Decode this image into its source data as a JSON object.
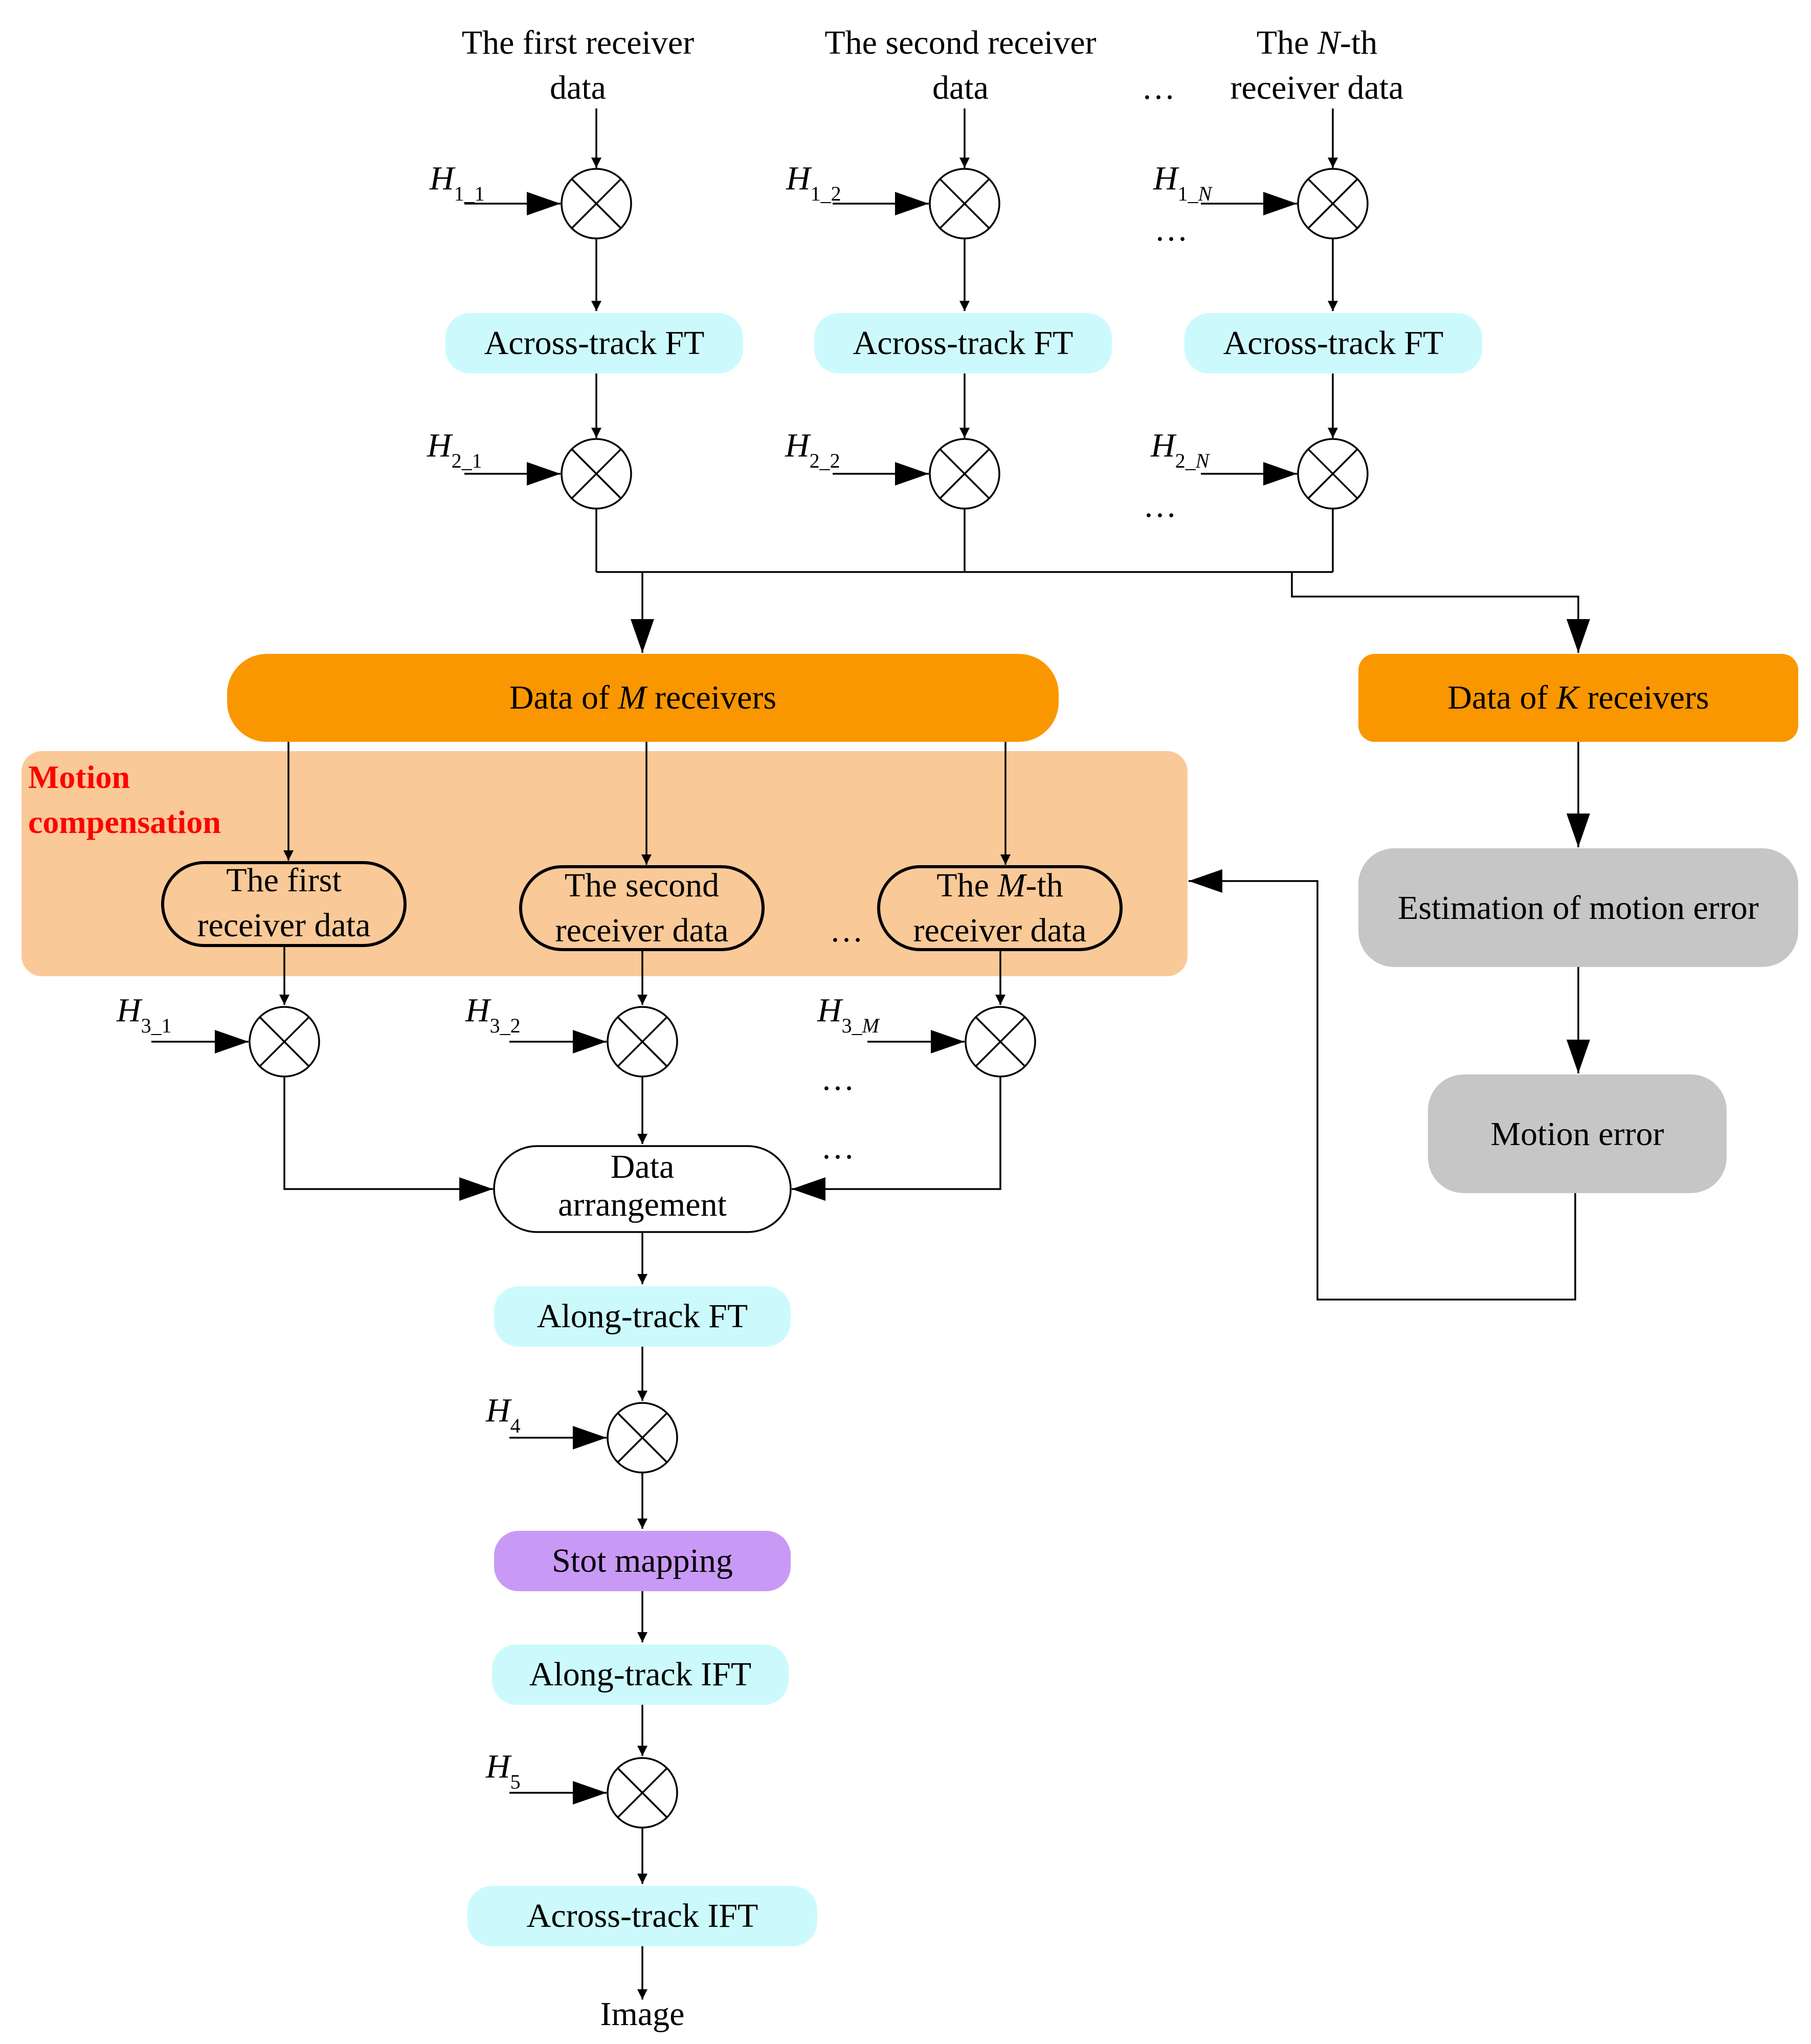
{
  "inputs": {
    "first_line1": "The first receiver",
    "first_line2": "data",
    "second_line1": "The second receiver",
    "second_line2": "data",
    "nth_line1_pre": "The ",
    "nth_line1_var": "N",
    "nth_line1_post": "-th",
    "nth_line2": "receiver data",
    "ellipsis": "…"
  },
  "filters": {
    "H": "H",
    "h1_1_sub": "1_1",
    "h1_2_sub": "1_2",
    "h1_N_sub_pre": "1_",
    "h1_N_sub_var": "N",
    "h2_1_sub": "2_1",
    "h2_2_sub": "2_2",
    "h2_N_sub_pre": "2_",
    "h2_N_sub_var": "N",
    "h3_1_sub": "3_1",
    "h3_2_sub": "3_2",
    "h3_M_sub_pre": "3_",
    "h3_M_sub_var": "M",
    "h4_sub": "4",
    "h5_sub": "5"
  },
  "blocks": {
    "across_ft": "Across-track  FT",
    "data_m_pre": "Data of ",
    "data_m_var": "M",
    "data_m_post": " receivers",
    "data_k_pre": "Data of ",
    "data_k_var": "K",
    "data_k_post": " receivers",
    "motion_comp_line1": "Motion",
    "motion_comp_line2": "compensation",
    "mc_first_line1": "The first",
    "mc_first_line2": "receiver data",
    "mc_second_line1": "The second",
    "mc_second_line2": "receiver data",
    "mc_mth_pre": "The ",
    "mc_mth_var": "M",
    "mc_mth_post": "-th",
    "mc_mth_line2": "receiver data",
    "estimation": "Estimation of motion error",
    "motion_error": "Motion error",
    "data_arr_line1": "Data",
    "data_arr_line2": "arrangement",
    "along_ft": "Along-track  FT",
    "stot": "Stot mapping",
    "along_ift": "Along-track  IFT",
    "across_ift": "Across-track  IFT",
    "image": "Image"
  },
  "colors": {
    "cyan": "#ccfafc",
    "orange": "#fa9700",
    "peach": "#fac998",
    "gray": "#c6c6c6",
    "purple": "#c999f6",
    "red_title": "#ff0000"
  }
}
